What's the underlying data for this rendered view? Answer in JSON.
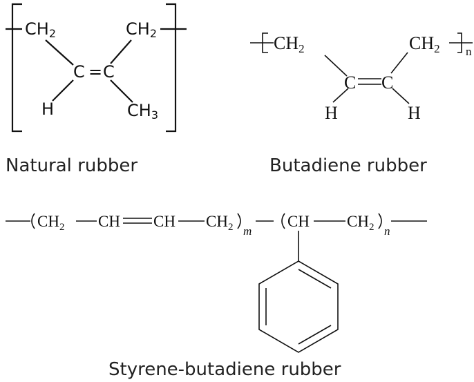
{
  "natural_rubber": {
    "left_group": "CH",
    "right_group": "CH",
    "sub_2": "2",
    "carbon_left": "C",
    "carbon_right": "C",
    "double_bond": "=",
    "hydrogen": "H",
    "methyl": "CH",
    "sub_3": "3",
    "caption": "Natural rubber"
  },
  "butadiene_rubber": {
    "left_group": "CH",
    "right_group": "CH",
    "sub_2": "2",
    "carbon_left": "C",
    "carbon_right": "C",
    "double_bond": "=",
    "hydrogen": "H",
    "repeat_n": "n",
    "caption": "Butadiene rubber"
  },
  "sbr": {
    "ch2_a": "CH",
    "ch_a": "CH",
    "ch_b": "CH",
    "ch2_b": "CH",
    "ch_c": "CH",
    "ch2_c": "CH",
    "sub_2": "2",
    "repeat_m": "m",
    "repeat_n": "n",
    "caption": "Styrene-butadiene rubber"
  }
}
